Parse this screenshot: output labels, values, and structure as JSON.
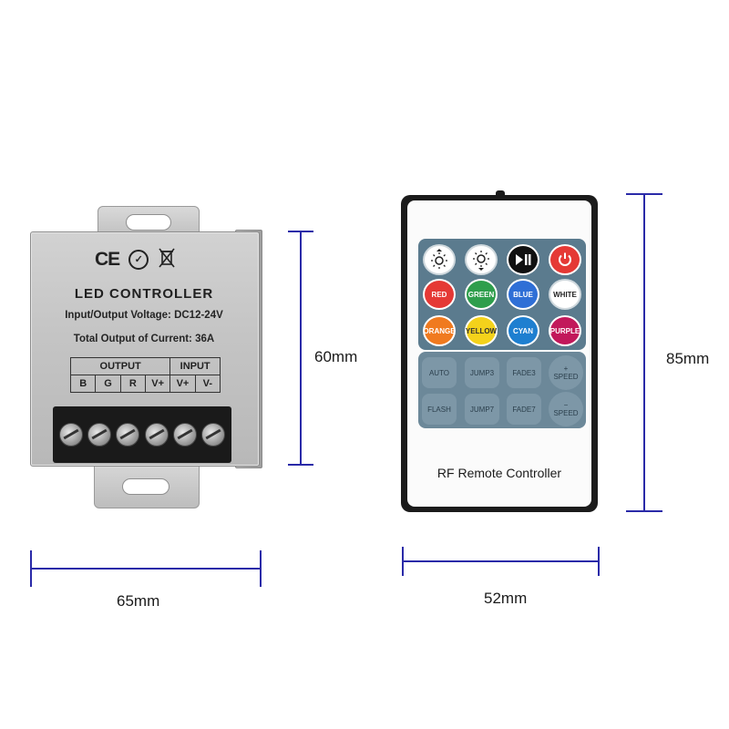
{
  "controller": {
    "title": "LED CONTROLLER",
    "voltage": "Input/Output Voltage: DC12-24V",
    "current": "Total Output of Current: 36A",
    "cert_ce": "CE",
    "cert_rohs": "✓",
    "cert_weee": "🗑",
    "table": {
      "output_header": "OUTPUT",
      "input_header": "INPUT",
      "output_pins": [
        "B",
        "G",
        "R",
        "V+"
      ],
      "input_pins": [
        "V+",
        "V-"
      ]
    },
    "body_color": "#c4c4c4",
    "terminal_color": "#1a1a1a"
  },
  "remote": {
    "label": "RF Remote Controller",
    "top_buttons": [
      {
        "name": "brightness-up",
        "icon": "sun-up-icon",
        "color": "#ffffff"
      },
      {
        "name": "brightness-down",
        "icon": "sun-down-icon",
        "color": "#ffffff"
      },
      {
        "name": "play-pause",
        "icon": "play-pause-icon",
        "color": "#111111"
      },
      {
        "name": "power",
        "icon": "power-icon",
        "color": "#e53935"
      }
    ],
    "color_buttons": [
      {
        "label": "RED",
        "color": "#e53935"
      },
      {
        "label": "GREEN",
        "color": "#2e9e4c"
      },
      {
        "label": "BLUE",
        "color": "#2f6fd6"
      },
      {
        "label": "WHITE",
        "color": "#ffffff"
      },
      {
        "label": "ORANGE",
        "color": "#f07a1f"
      },
      {
        "label": "YELLOW",
        "color": "#f4d21b"
      },
      {
        "label": "CYAN",
        "color": "#1e7fd0"
      },
      {
        "label": "PURPLE",
        "color": "#c2185b"
      }
    ],
    "mode_buttons": [
      [
        "AUTO",
        "JUMP3",
        "FADE3"
      ],
      [
        "FLASH",
        "JUMP7",
        "FADE7"
      ]
    ],
    "speed_up": {
      "sign": "+",
      "label": "SPEED"
    },
    "speed_down": {
      "sign": "−",
      "label": "SPEED"
    },
    "accent_color": "#5b7b8e"
  },
  "dimensions": {
    "controller_height": "60mm",
    "controller_width": "65mm",
    "remote_height": "85mm",
    "remote_width": "52mm",
    "line_color": "#2a2aa8"
  }
}
